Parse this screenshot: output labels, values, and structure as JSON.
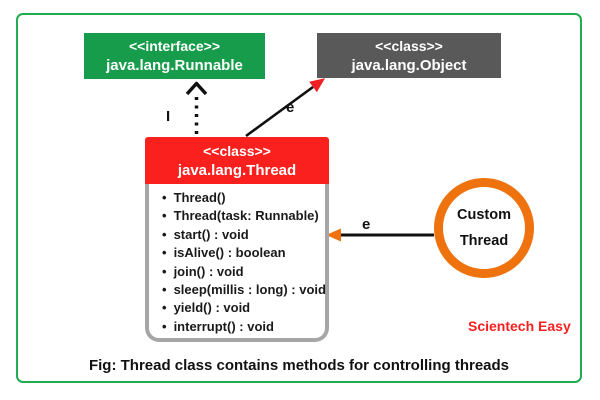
{
  "colors": {
    "frame_border": "#22ab52",
    "interface_box": "#169c4b",
    "object_box": "#595959",
    "thread_header": "#f9201e",
    "body_border": "#a6a6a6",
    "circle_ring": "#ee720e",
    "arrow_black": "#111111",
    "arrowhead_red": "#ef2125",
    "arrowhead_orange": "#ee720e",
    "watermark_red": "#f8201f"
  },
  "boxes": {
    "runnable": {
      "stereotype": "<<interface>>",
      "name": "java.lang.Runnable"
    },
    "object": {
      "stereotype": "<<class>>",
      "name": "java.lang.Object"
    },
    "thread": {
      "stereotype": "<<class>>",
      "name": "java.lang.Thread",
      "methods": [
        "Thread()",
        "Thread(task: Runnable)",
        "start() : void",
        "isAlive() : boolean",
        "join() : void",
        "sleep(millis : long) : void",
        "yield() : void",
        "interrupt() : void"
      ]
    }
  },
  "circle": {
    "line1": "Custom",
    "line2": "Thread"
  },
  "edges": {
    "implements_label": "I",
    "extends_object_label": "e",
    "extends_custom_label": "e"
  },
  "watermark": "Scientech Easy",
  "caption": "Fig: Thread class contains methods for controlling threads"
}
